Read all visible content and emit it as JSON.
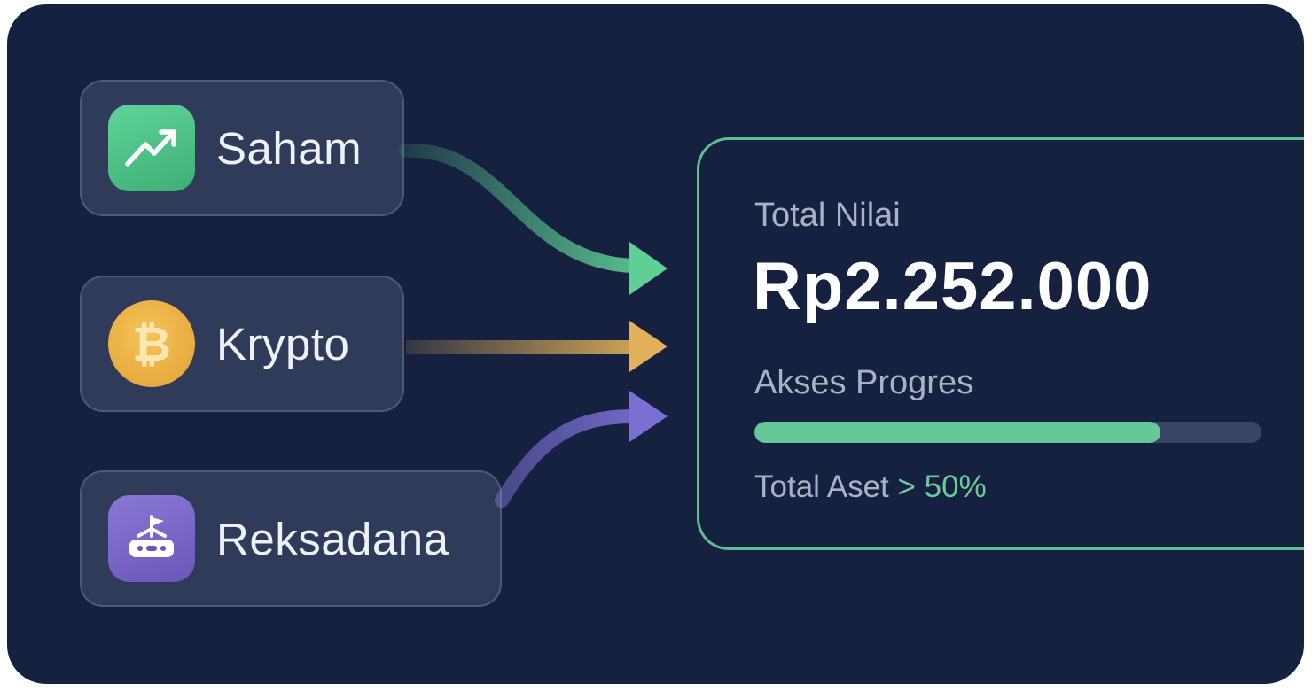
{
  "assets": [
    {
      "label": "Saham",
      "icon": "trend-up-icon",
      "color": "#4cc384"
    },
    {
      "label": "Krypto",
      "icon": "bitcoin-icon",
      "color": "#e9ad3f"
    },
    {
      "label": "Reksadana",
      "icon": "fund-flag-icon",
      "color": "#7b68c8"
    }
  ],
  "summary": {
    "total_label": "Total Nilai",
    "total_value": "Rp2.252.000",
    "progress_label": "Akses Progres",
    "progress_fraction": 0.8,
    "footnote_prefix": "Total Aset",
    "footnote_accent": "> 50%"
  },
  "colors": {
    "background": "#15213f",
    "panel_border": "#5fbf91",
    "progress_fill": "#66c797",
    "accent_green": "#6cc99c"
  }
}
